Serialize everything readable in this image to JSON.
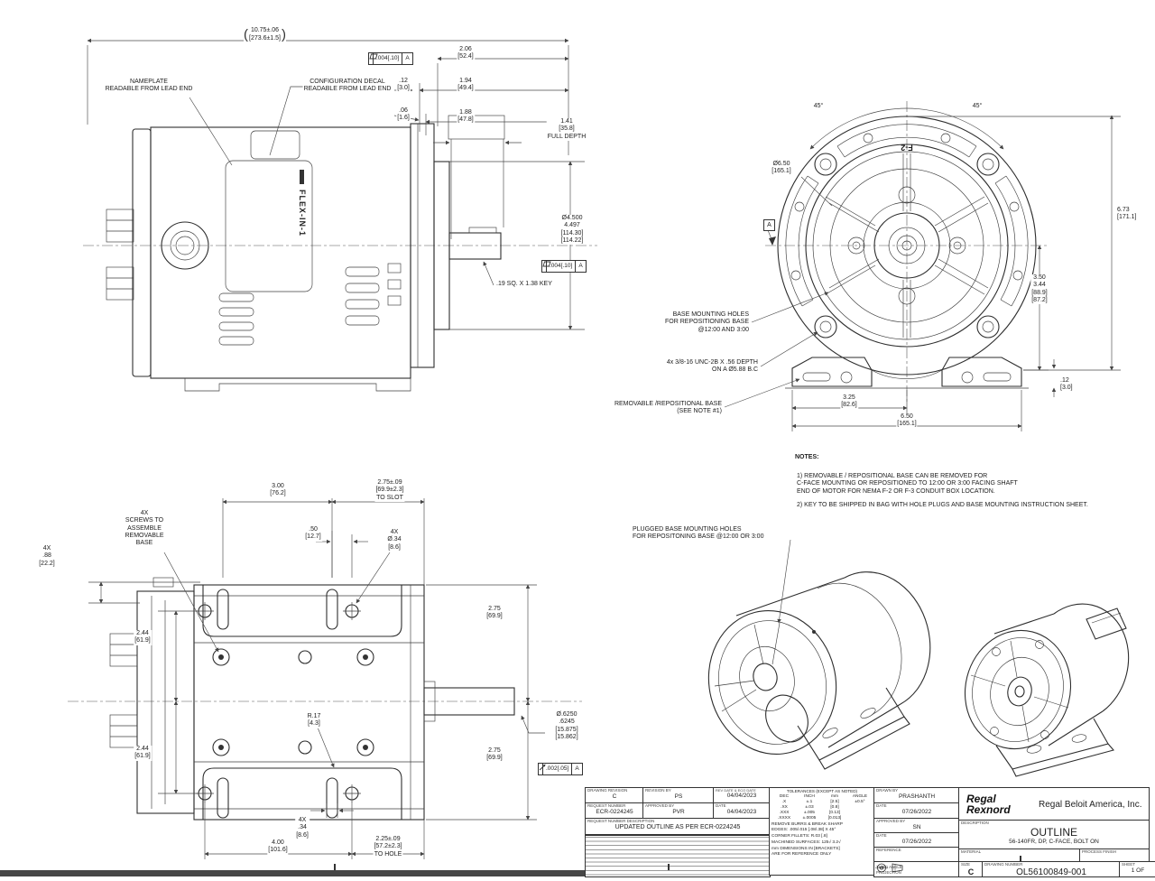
{
  "side_view": {
    "overall_dim": "10.75±.06\n[273.6±1.5]",
    "nameplate_callout": "NAMEPLATE\nREADABLE FROM LEAD END",
    "decal_callout": "CONFIGURATION DECAL\nREADABLE FROM LEAD END",
    "dim_206": "2.06\n[52.4]",
    "dim_194": "1.94\n[49.4]",
    "dim_12": ".12\n[3.0]",
    "dim_06": ".06\n[1.6]",
    "dim_188": "1.88\n[47.8]",
    "dim_full_depth": "1.41\n[35.8]\nFULL DEPTH",
    "pilot_dia": "Ø4.500\n4.497\n[114.30]\n[114.22]",
    "key_callout": ".19 SQ. X 1.38 KEY",
    "nameplate_text": "FLEX-IN-1",
    "gdt_flatness": {
      "tol": ".004[.10]",
      "datum": "A"
    },
    "gdt_pilot": {
      "tol": ".004[.10]",
      "datum": "A"
    }
  },
  "front_view": {
    "angle_left": "45°",
    "angle_right": "45°",
    "cast_text": "F-2",
    "dia_flange": "Ø6.50\n[165.1]",
    "datum_label": "A",
    "dim_height_overall": "6.73\n[171.1]",
    "dim_shaft_height": "3.50\n3.44\n[88.9]\n[87.2]",
    "dim_base_thk": ".12\n[3.0]",
    "dim_foot_half": "3.25\n[82.6]",
    "dim_foot_span": "6.50\n[165.1]",
    "callout_base_holes": "BASE MOUNTING HOLES\nFOR REPOSITIONING BASE\n@12:00 AND 3:00",
    "callout_tap": "4x 3/8-16 UNC-2B X .56 DEPTH\nON A Ø5.88 B.C",
    "callout_removable": "REMOVABLE /REPOSITIONAL BASE\n(SEE NOTE #1)"
  },
  "bottom_view": {
    "dim_300": "3.00\n[76.2]",
    "dim_to_slot": "2.75±.09\n[69.9±2.3]\nTO SLOT",
    "dim_50": ".50\n[12.7]",
    "dia_holes": "4X\nØ.34\n[8.6]",
    "callout_screws": "4X\nSCREWS TO\nASSEMBLE\nREMOVABLE\nBASE",
    "dim_88": "4X\n.88\n[22.2]",
    "dim_244_a": "2.44\n[61.9]",
    "dim_244_b": "2.44\n[61.9]",
    "radius": "R.17\n[4.3]",
    "dim_slot_w": "4X\n.34\n[8.6]",
    "dim_400": "4.00\n[101.6]",
    "dim_to_hole": "2.25±.09\n[57.2±2.3]\nTO HOLE",
    "dim_275_a": "2.75\n[69.9]",
    "dim_275_b": "2.75\n[69.9]",
    "shaft_dia": "Ø.6250\n.6245\n[15.875]\n[15.862]",
    "gdt_shaft": {
      "tol": ".002[.05]",
      "datum": "A"
    }
  },
  "notes": {
    "title": "NOTES:",
    "item1": "1)  REMOVABLE / REPOSITIONAL BASE CAN BE REMOVED FOR\n      C-FACE MOUNTING OR REPOSITIONED TO 12:00 OR 3:00 FACING SHAFT\n      END OF MOTOR FOR NEMA F-2 OR F-3 CONDUIT BOX LOCATION.",
    "item2": "2)  KEY TO BE SHIPPED IN BAG WITH HOLE PLUGS AND BASE MOUNTING INSTRUCTION SHEET."
  },
  "iso_callout": "PLUGGED BASE MOUNTING HOLES\nFOR REPOSITONING BASE @12:00 OR 3:00",
  "title_block": {
    "revision": {
      "label": "DRAWING REVISION",
      "value": "C"
    },
    "revision_by": {
      "label": "REVISION BY",
      "value": "PS"
    },
    "rev_date": {
      "label": "REV DATE & ECO DATE",
      "value": "04/04/2023"
    },
    "request_number": {
      "label": "REQUEST NUMBER",
      "value": "ECR-0224245"
    },
    "approved_by": {
      "label": "APPROVED BY",
      "value": "PVR"
    },
    "approved_date": {
      "label": "DATE",
      "value": "04/04/2023"
    },
    "request_desc": {
      "label": "REQUEST NUMBER DESCRIPTION",
      "value": "UPDATED OUTLINE AS PER ECR-0224245"
    },
    "tolerances": {
      "title": "TOLERANCES (EXCEPT AS NOTED)",
      "header": [
        "DEC",
        "INCH",
        "mm",
        "ANGLE"
      ],
      "rows": [
        [
          ".X",
          "±.1",
          "[2.5]",
          "±0.5°"
        ],
        [
          ".XX",
          "±.03",
          "[0.8]",
          ""
        ],
        [
          ".XXX",
          "±.005",
          "[0.13]",
          ""
        ],
        [
          ".XXXX",
          "±.0005",
          "[0.013]",
          ""
        ]
      ],
      "burrs": "REMOVE BURRS & BREAK SHARP\nEDGES: .005/.015 [.08/.38] X 45°",
      "fillets": "CORNER FILLETS: R.03 [.8]",
      "surfaces": "MACHINED SURFACES: 125√  3.2√",
      "units_note": "INCH          mm",
      "brackets_note": "mm DIMENSIONS IN [BRACKETS]\nARE FOR REFERENCE ONLY"
    },
    "drawn_by": {
      "label": "DRAWN BY",
      "value": "PRASHANTH"
    },
    "drawn_date": {
      "label": "DATE",
      "value": "07/26/2022"
    },
    "approved2_by": {
      "label": "APPROVED BY",
      "value": "SN"
    },
    "approved2_date": {
      "label": "DATE",
      "value": "07/26/2022"
    },
    "reference": {
      "label": "REFERENCE",
      "value": ""
    },
    "projection_label": "THIRD ANGLE\nPROJECTION",
    "logo_line1": "Regal",
    "logo_line2": "Rexnord",
    "company": "Regal Beloit America, Inc.",
    "description_label": "DESCRIPTION",
    "description_title": "OUTLINE",
    "description_sub": "56-140FR, DP, C-FACE, BOLT ON",
    "material_label": "MATERIAL",
    "process_label": "PROCESS FINISH",
    "size": {
      "label": "SIZE",
      "value": "C"
    },
    "drawing_number": {
      "label": "DRAWING NUMBER",
      "value": "OL56100849-001"
    },
    "sheet": {
      "label": "SHEET",
      "value": "1 OF"
    }
  }
}
